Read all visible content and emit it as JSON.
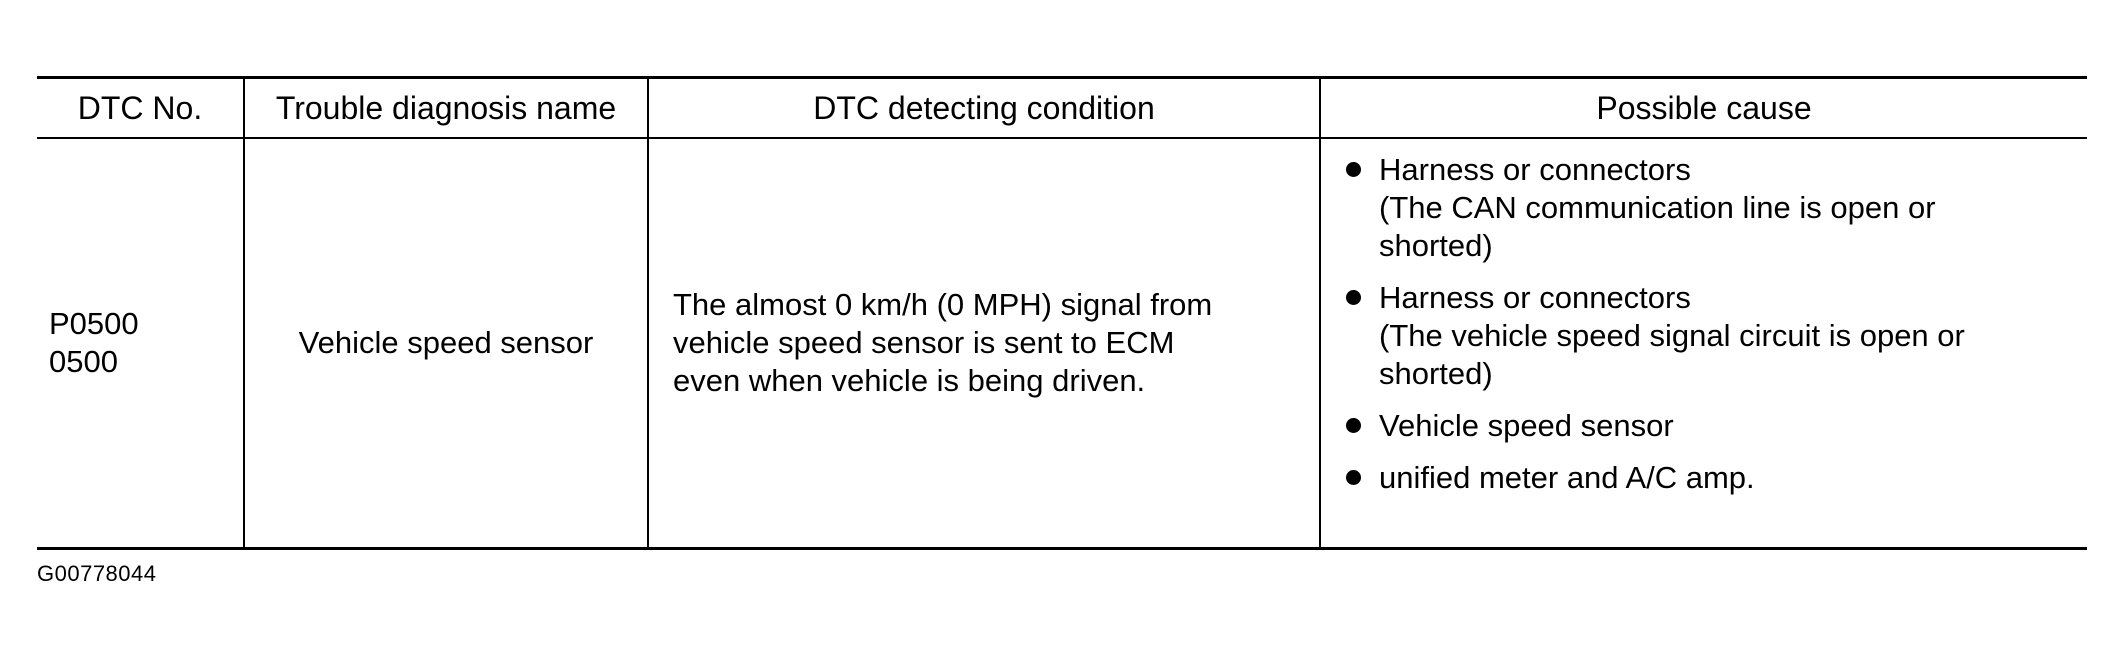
{
  "table": {
    "headers": [
      "DTC No.",
      "Trouble diagnosis name",
      "DTC detecting condition",
      "Possible cause"
    ],
    "row": {
      "dtc_no": [
        "P0500",
        "0500"
      ],
      "diagnosis_name": "Vehicle speed sensor",
      "detecting_condition": [
        "The almost 0 km/h (0 MPH) signal from",
        "vehicle speed sensor is sent to ECM",
        "even when vehicle is being driven."
      ],
      "possible_causes": [
        {
          "text": "Harness or connectors",
          "detail": [
            "(The CAN communication line is open or",
            "shorted)"
          ]
        },
        {
          "text": "Harness or connectors",
          "detail": [
            "(The vehicle speed signal circuit is open or",
            "shorted)"
          ]
        },
        {
          "text": "Vehicle speed sensor",
          "detail": []
        },
        {
          "text": "unified meter and A/C amp.",
          "detail": []
        }
      ]
    }
  },
  "figure_id": "G00778044"
}
